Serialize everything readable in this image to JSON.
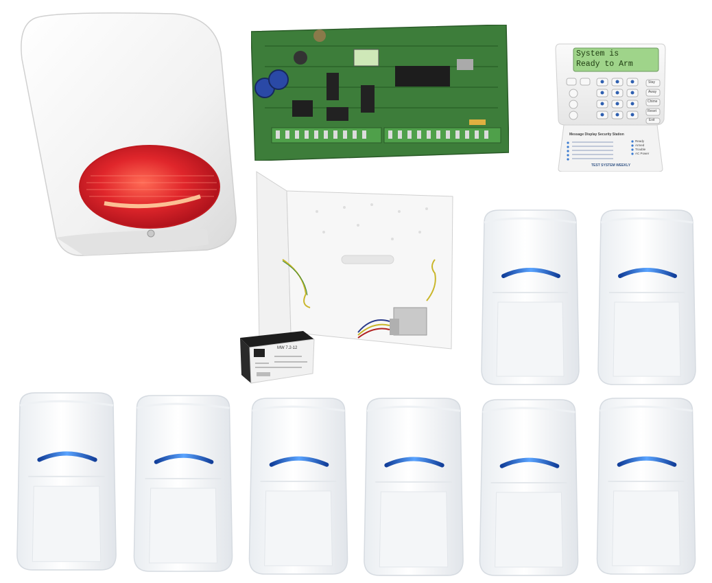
{
  "keypad": {
    "display_line1": "System is",
    "display_line2": "Ready to Arm",
    "panel_title": "Message Display Security Station",
    "panel_footer": "TEST SYSTEM WEEKLY",
    "status_ready": "Ready",
    "status_armed": "Armed",
    "status_trouble": "Trouble",
    "status_ac": "AC Power",
    "side_keys": [
      "Stay",
      "Away",
      "Chime",
      "Reset",
      "Exit"
    ]
  },
  "battery": {
    "label": "MW 7.2-12"
  },
  "detectors": [
    "motion-detector-1",
    "motion-detector-2",
    "motion-detector-3",
    "motion-detector-4",
    "motion-detector-5",
    "motion-detector-6",
    "motion-detector-7",
    "motion-detector-8"
  ],
  "colors": {
    "siren_body": "#f2f2f2",
    "siren_lens": "#e0262b",
    "pcb_green": "#3d7d3a",
    "lcd_green": "#9fd48a",
    "detector_blue": "#2e6fd8",
    "enclosure_white": "#f6f6f6"
  }
}
